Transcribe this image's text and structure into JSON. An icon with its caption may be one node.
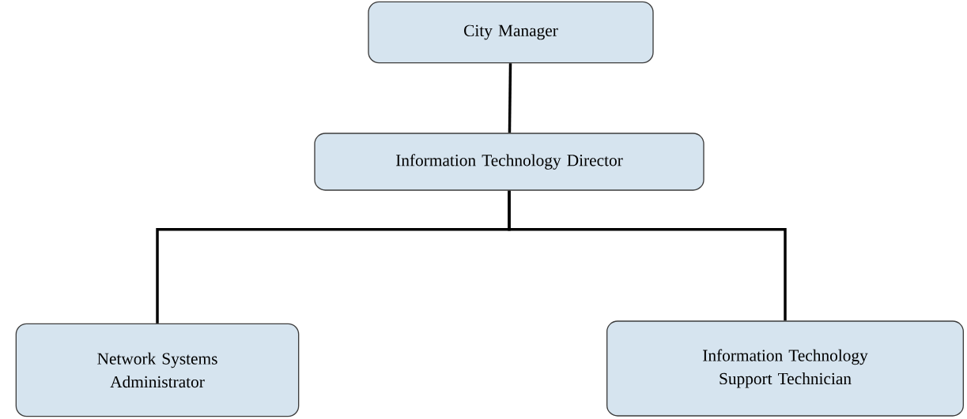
{
  "diagram": {
    "nodes": [
      {
        "text": [
          "City Manager"
        ]
      },
      {
        "text": [
          "Information Technology Director"
        ]
      },
      {
        "text": [
          "Network Systems Administrator"
        ]
      },
      {
        "text": [
          "Information Technology Support Technician"
        ]
      }
    ],
    "edges": [
      {
        "from": 0,
        "to": 1,
        "arrow": "none"
      },
      {
        "from": 1,
        "to": 2,
        "arrow": "none"
      },
      {
        "from": 1,
        "to": 3,
        "arrow": "none"
      }
    ]
  }
}
